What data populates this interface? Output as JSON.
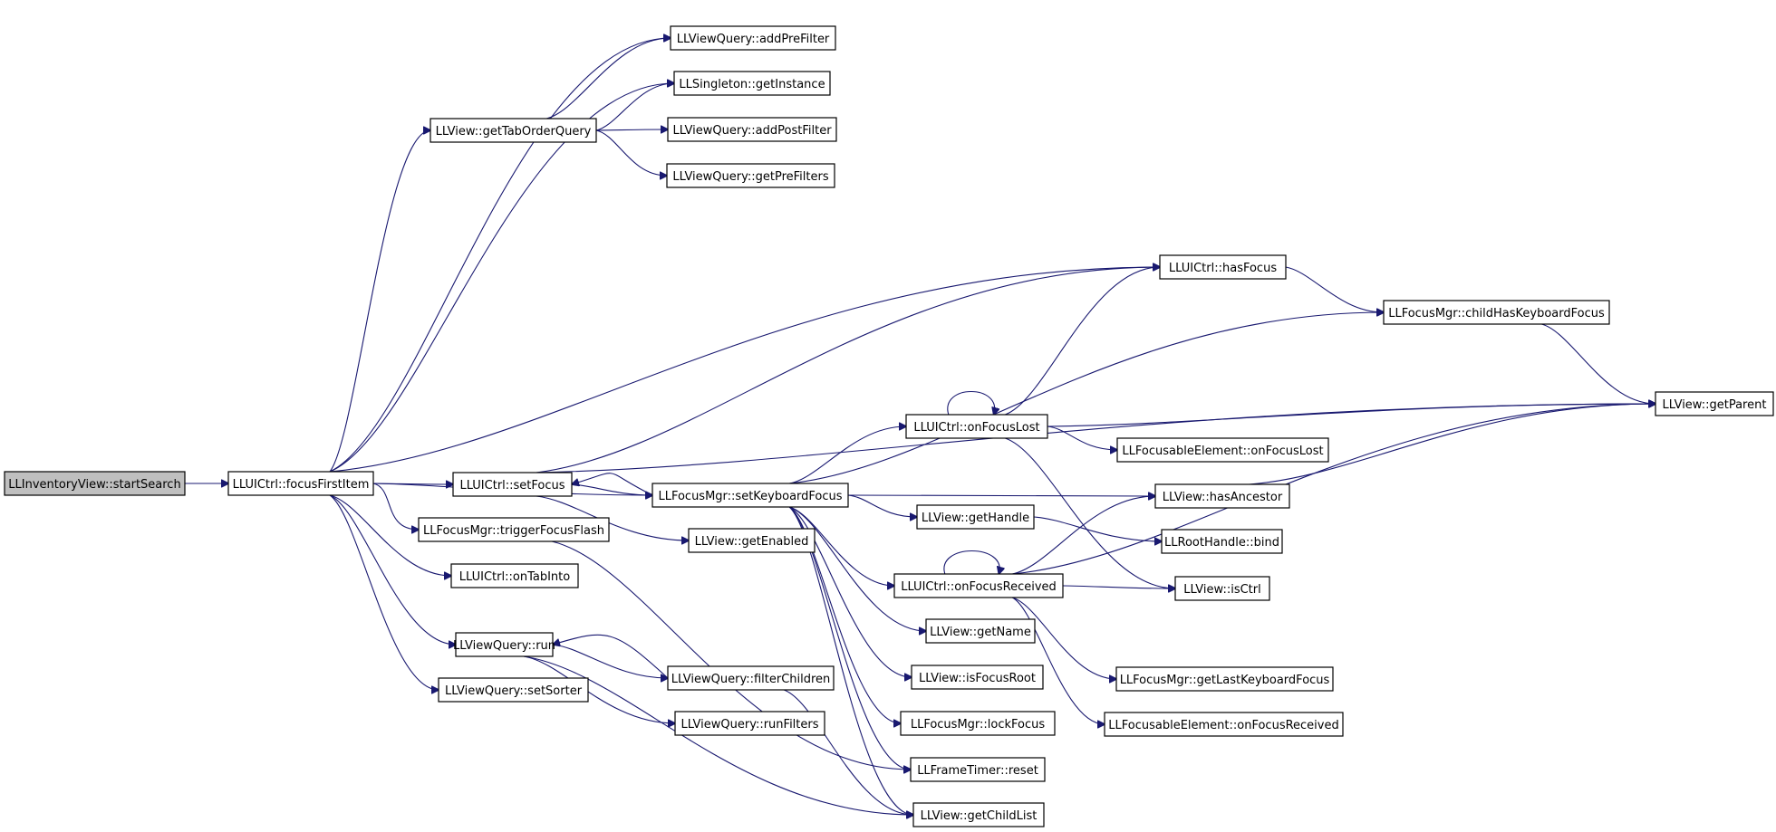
{
  "graph": {
    "edge_color": "#191970",
    "root_fill": "#bfbfbf",
    "nodes": [
      {
        "id": "startSearch",
        "label": "LLInventoryView::startSearch"
      },
      {
        "id": "focusFirstItem",
        "label": "LLUICtrl::focusFirstItem"
      },
      {
        "id": "getTabOrderQuery",
        "label": "LLView::getTabOrderQuery"
      },
      {
        "id": "addPreFilter",
        "label": "LLViewQuery::addPreFilter"
      },
      {
        "id": "getInstance",
        "label": "LLSingleton::getInstance"
      },
      {
        "id": "addPostFilter",
        "label": "LLViewQuery::addPostFilter"
      },
      {
        "id": "getPreFilters",
        "label": "LLViewQuery::getPreFilters"
      },
      {
        "id": "setFocus",
        "label": "LLUICtrl::setFocus"
      },
      {
        "id": "setKeyboardFocus",
        "label": "LLFocusMgr::setKeyboardFocus"
      },
      {
        "id": "hasFocus",
        "label": "LLUICtrl::hasFocus"
      },
      {
        "id": "childHasKeyboardFocus",
        "label": "LLFocusMgr::childHasKeyboardFocus"
      },
      {
        "id": "getParent",
        "label": "LLView::getParent"
      },
      {
        "id": "onFocusLost",
        "label": "LLUICtrl::onFocusLost"
      },
      {
        "id": "feOnFocusLost",
        "label": "LLFocusableElement::onFocusLost"
      },
      {
        "id": "hasAncestor",
        "label": "LLView::hasAncestor"
      },
      {
        "id": "triggerFocusFlash",
        "label": "LLFocusMgr::triggerFocusFlash"
      },
      {
        "id": "getEnabled",
        "label": "LLView::getEnabled"
      },
      {
        "id": "getHandle",
        "label": "LLView::getHandle"
      },
      {
        "id": "bind",
        "label": "LLRootHandle::bind"
      },
      {
        "id": "onTabInto",
        "label": "LLUICtrl::onTabInto"
      },
      {
        "id": "onFocusReceived",
        "label": "LLUICtrl::onFocusReceived"
      },
      {
        "id": "isCtrl",
        "label": "LLView::isCtrl"
      },
      {
        "id": "getName",
        "label": "LLView::getName"
      },
      {
        "id": "run",
        "label": "LLViewQuery::run"
      },
      {
        "id": "filterChildren",
        "label": "LLViewQuery::filterChildren"
      },
      {
        "id": "isFocusRoot",
        "label": "LLView::isFocusRoot"
      },
      {
        "id": "getLastKeyboardFocus",
        "label": "LLFocusMgr::getLastKeyboardFocus"
      },
      {
        "id": "setSorter",
        "label": "LLViewQuery::setSorter"
      },
      {
        "id": "runFilters",
        "label": "LLViewQuery::runFilters"
      },
      {
        "id": "lockFocus",
        "label": "LLFocusMgr::lockFocus"
      },
      {
        "id": "feOnFocusReceived",
        "label": "LLFocusableElement::onFocusReceived"
      },
      {
        "id": "reset",
        "label": "LLFrameTimer::reset"
      },
      {
        "id": "getChildList",
        "label": "LLView::getChildList"
      }
    ],
    "edges": [
      {
        "from": "startSearch",
        "to": "focusFirstItem"
      },
      {
        "from": "focusFirstItem",
        "to": "addPreFilter"
      },
      {
        "from": "focusFirstItem",
        "to": "getInstance"
      },
      {
        "from": "focusFirstItem",
        "to": "getTabOrderQuery"
      },
      {
        "from": "focusFirstItem",
        "to": "hasFocus"
      },
      {
        "from": "focusFirstItem",
        "to": "setFocus"
      },
      {
        "from": "focusFirstItem",
        "to": "setKeyboardFocus"
      },
      {
        "from": "focusFirstItem",
        "to": "triggerFocusFlash"
      },
      {
        "from": "focusFirstItem",
        "to": "onTabInto"
      },
      {
        "from": "focusFirstItem",
        "to": "run"
      },
      {
        "from": "focusFirstItem",
        "to": "setSorter"
      },
      {
        "from": "getTabOrderQuery",
        "to": "addPreFilter"
      },
      {
        "from": "getTabOrderQuery",
        "to": "getInstance"
      },
      {
        "from": "getTabOrderQuery",
        "to": "addPostFilter"
      },
      {
        "from": "getTabOrderQuery",
        "to": "getPreFilters"
      },
      {
        "from": "setFocus",
        "to": "hasFocus"
      },
      {
        "from": "setFocus",
        "to": "getParent"
      },
      {
        "from": "setFocus",
        "to": "setKeyboardFocus"
      },
      {
        "from": "setFocus",
        "to": "getEnabled"
      },
      {
        "from": "setKeyboardFocus",
        "to": "setFocus"
      },
      {
        "from": "setKeyboardFocus",
        "to": "childHasKeyboardFocus"
      },
      {
        "from": "setKeyboardFocus",
        "to": "onFocusLost"
      },
      {
        "from": "setKeyboardFocus",
        "to": "hasAncestor"
      },
      {
        "from": "setKeyboardFocus",
        "to": "getHandle"
      },
      {
        "from": "setKeyboardFocus",
        "to": "onFocusReceived"
      },
      {
        "from": "setKeyboardFocus",
        "to": "getName"
      },
      {
        "from": "setKeyboardFocus",
        "to": "isFocusRoot"
      },
      {
        "from": "setKeyboardFocus",
        "to": "lockFocus"
      },
      {
        "from": "setKeyboardFocus",
        "to": "reset"
      },
      {
        "from": "setKeyboardFocus",
        "to": "getChildList"
      },
      {
        "from": "hasFocus",
        "to": "childHasKeyboardFocus"
      },
      {
        "from": "childHasKeyboardFocus",
        "to": "getParent"
      },
      {
        "from": "onFocusLost",
        "to": "onFocusLost"
      },
      {
        "from": "onFocusLost",
        "to": "hasFocus"
      },
      {
        "from": "onFocusLost",
        "to": "getParent"
      },
      {
        "from": "onFocusLost",
        "to": "feOnFocusLost"
      },
      {
        "from": "onFocusLost",
        "to": "isCtrl"
      },
      {
        "from": "hasAncestor",
        "to": "getParent"
      },
      {
        "from": "getHandle",
        "to": "bind"
      },
      {
        "from": "onFocusReceived",
        "to": "onFocusReceived"
      },
      {
        "from": "onFocusReceived",
        "to": "hasAncestor"
      },
      {
        "from": "onFocusReceived",
        "to": "isCtrl"
      },
      {
        "from": "onFocusReceived",
        "to": "getParent"
      },
      {
        "from": "onFocusReceived",
        "to": "getLastKeyboardFocus"
      },
      {
        "from": "onFocusReceived",
        "to": "feOnFocusReceived"
      },
      {
        "from": "triggerFocusFlash",
        "to": "reset"
      },
      {
        "from": "run",
        "to": "filterChildren"
      },
      {
        "from": "run",
        "to": "runFilters"
      },
      {
        "from": "run",
        "to": "getChildList"
      },
      {
        "from": "filterChildren",
        "to": "run"
      },
      {
        "from": "filterChildren",
        "to": "getChildList"
      }
    ]
  }
}
